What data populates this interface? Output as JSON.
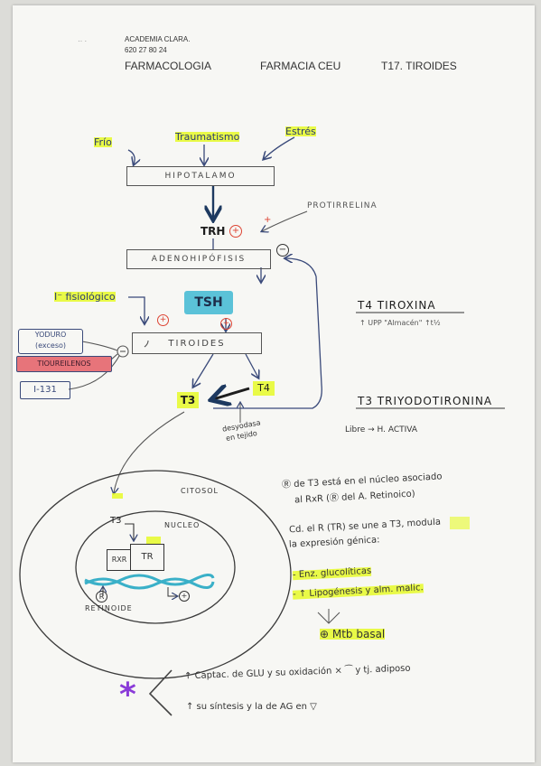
{
  "header": {
    "academy": "ACADEMIA CLARA.",
    "phone": "620 27 80 24",
    "subject": "FARMACOLOGIA",
    "school": "FARMACIA CEU",
    "topic": "T17. TIROIDES"
  },
  "diagram": {
    "stimuli": {
      "cold": "Frío",
      "trauma": "Traumatismo",
      "stress": "Estrés"
    },
    "hypothalamus": "HIPOTALAMO",
    "trh": "TRH",
    "plus": "+",
    "minus": "−",
    "protirrelina": "PROTIRRELINA",
    "adenohypophysis": "ADENOHIPÓFISIS",
    "iodide_physiological": "I⁻ fisiológico",
    "tsh": "TSH",
    "thyroid": "TIROIDES",
    "inhibitors": {
      "iodide_excess_line1": "YODURO",
      "iodide_excess_line2": "(exceso)",
      "thioureylenes": "TIOUREILENOS",
      "i131": "I-131"
    },
    "t3": "T3",
    "t4": "T4",
    "deiodinase_line1": "desyodasa",
    "deiodinase_line2": "en tejido",
    "cell": {
      "cytosol": "CITOSOL",
      "nucleus": "NUCLEO",
      "t3": "T3",
      "rxr": "RXR",
      "tr": "TR",
      "retinoid": "RETINOIDE",
      "r_symbol": "R"
    }
  },
  "notes": {
    "t4_title": "T4 TIROXINA",
    "t4_detail": "↑ UPP \"Almacén\" ↑t½",
    "t3_title": "T3 TRIYODOTIRONINA",
    "t3_detail": "Libre → H. ACTIVA",
    "receptor_line1": "Ⓡ de T3 está en el núcleo asociado",
    "receptor_line2": "al RxR (Ⓡ del A. Retinoico)",
    "cd_line1": "Cd. el R (TR) se une a T3, modula",
    "cd_line2": "la expresión génica:",
    "bullet1": "- Enz. glucolíticas",
    "bullet2": "- ↑ Lipogénesis y alm. malic.",
    "arrow_down": "⇓",
    "metabolism": "⊕ Mtb basal",
    "uptake": "↑ Captac. de GLU y su oxidación × ⁀ y tj. adiposo",
    "synthesis": "↑ su síntesis y la de AG en ▽",
    "asterisk": "*"
  }
}
